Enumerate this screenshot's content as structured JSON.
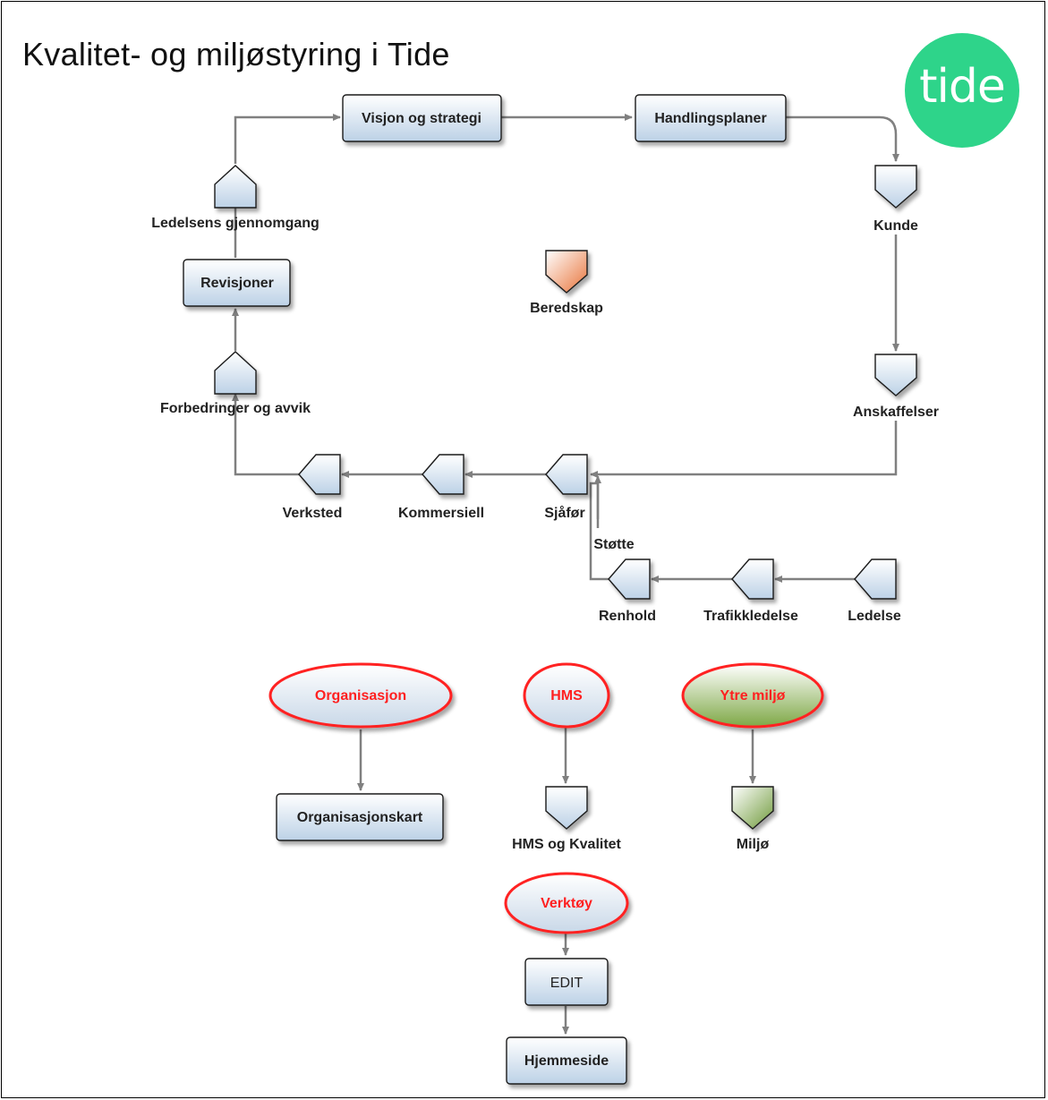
{
  "title": "Kvalitet- og miljøstyring i Tide",
  "logo": {
    "text": "tide",
    "color": "#2ed48a"
  },
  "colors": {
    "node_fill_top": "#ffffff",
    "node_fill_bottom": "#bcd1e6",
    "red_text": "#ff2020",
    "connector": "#808080",
    "orange": "#e8743a",
    "green": "#6f9a3a"
  },
  "nodes": {
    "visjon": "Visjon og strategi",
    "handlingsplaner": "Handlingsplaner",
    "kunde": "Kunde",
    "anskaffelser": "Anskaffelser",
    "beredskap": "Beredskap",
    "ledelsens": "Ledelsens gjennomgang",
    "revisjoner": "Revisjoner",
    "forbedringer": "Forbedringer og avvik",
    "verksted": "Verksted",
    "kommersiell": "Kommersiell",
    "sjafor": "Sjåfør",
    "stotte": "Støtte",
    "renhold": "Renhold",
    "trafikkledelse": "Trafikkledelse",
    "ledelse": "Ledelse",
    "organisasjon": "Organisasjon",
    "hms": "HMS",
    "ytre_miljo": "Ytre miljø",
    "organisasjonskart": "Organisasjonskart",
    "hms_kvalitet": "HMS og Kvalitet",
    "miljo": "Miljø",
    "verktoy": "Verktøy",
    "edit": "EDIT",
    "hjemmeside": "Hjemmeside"
  }
}
